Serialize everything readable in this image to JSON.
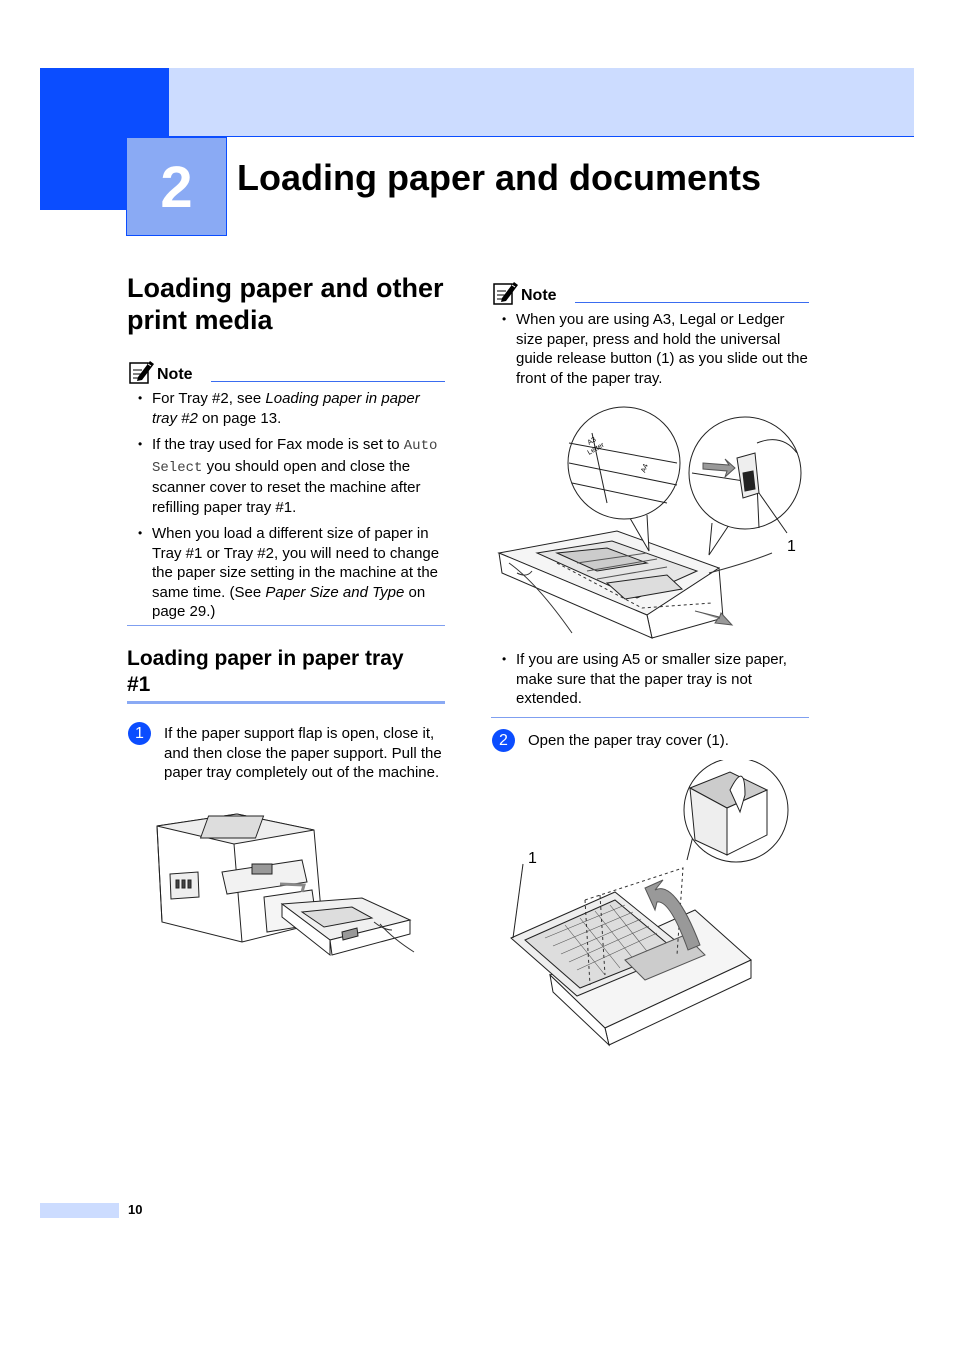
{
  "chapter": {
    "number": "2",
    "title": "Loading paper and documents"
  },
  "section": {
    "title": "Loading paper and other print media"
  },
  "note1": {
    "label": "Note",
    "items": [
      {
        "a": "For Tray #2, see ",
        "b": "Loading paper in paper tray #2",
        "c": " on page 13."
      },
      {
        "a": "If the tray used for Fax mode is set to ",
        "mono": "Auto Select",
        "c": " you should open and close the scanner cover to reset the machine after refilling paper tray #1."
      },
      {
        "a": "When you load a different size of paper in Tray #1 or Tray #2, you will need to change the paper size setting in the machine at the same time. (See ",
        "b": "Paper Size and Type",
        "c": " on page 29.)"
      }
    ]
  },
  "subsection": {
    "title": "Loading paper in paper tray #1"
  },
  "step1": {
    "num": "1",
    "text": "If the paper support flap is open, close it, and then close the paper support. Pull the paper tray completely out of the machine."
  },
  "note2": {
    "label": "Note",
    "item1": "When you are using A3, Legal or Ledger size paper, press and hold the universal guide release button (1) as you slide out the front of the paper tray.",
    "callout": "1",
    "tray_labels": {
      "a": "A3",
      "b": "Letter",
      "c": "A4"
    },
    "item2": "If you are using A5 or smaller size paper, make sure that the paper tray is not extended."
  },
  "step2": {
    "num": "2",
    "text": "Open the paper tray cover (1).",
    "callout": "1"
  },
  "footer": {
    "page": "10"
  }
}
